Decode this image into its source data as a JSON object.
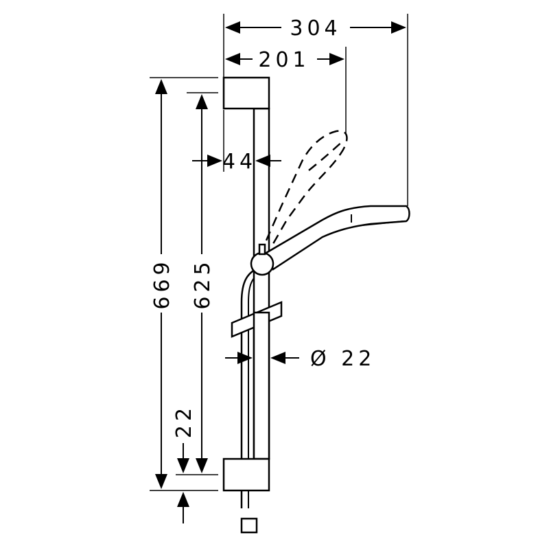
{
  "dimensions": {
    "overall_projection": "304",
    "head_projection": "201",
    "bracket_depth": "44",
    "rail_diameter": "Ø 22",
    "overall_height": "669",
    "bracket_spacing": "625",
    "bottom_offset": "22"
  },
  "colors": {
    "line": "#000000",
    "background": "#ffffff"
  }
}
